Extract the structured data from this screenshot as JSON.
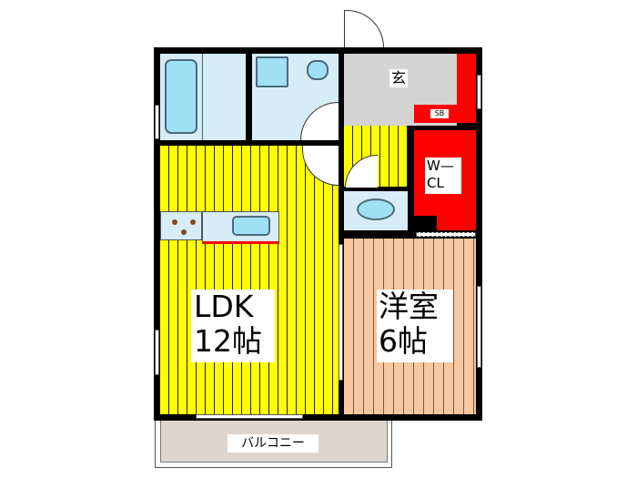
{
  "rooms": {
    "ldk": {
      "name": "LDK",
      "size": "12帖"
    },
    "western": {
      "name": "洋室",
      "size": "6帖"
    },
    "entrance": {
      "name": "玄"
    },
    "shoe_box": {
      "name": "SB"
    },
    "walk_in_closet": {
      "line1": "W—",
      "line2": "CL"
    },
    "balcony": {
      "name": "バルコニー"
    }
  },
  "colors": {
    "ldk_floor": "#ffff00",
    "western_floor": "#f6c7a0",
    "storage": "#ff0000",
    "entrance": "#d4d4d4",
    "wet_area": "#d6ecf7",
    "balcony": "#ddd5cd"
  }
}
